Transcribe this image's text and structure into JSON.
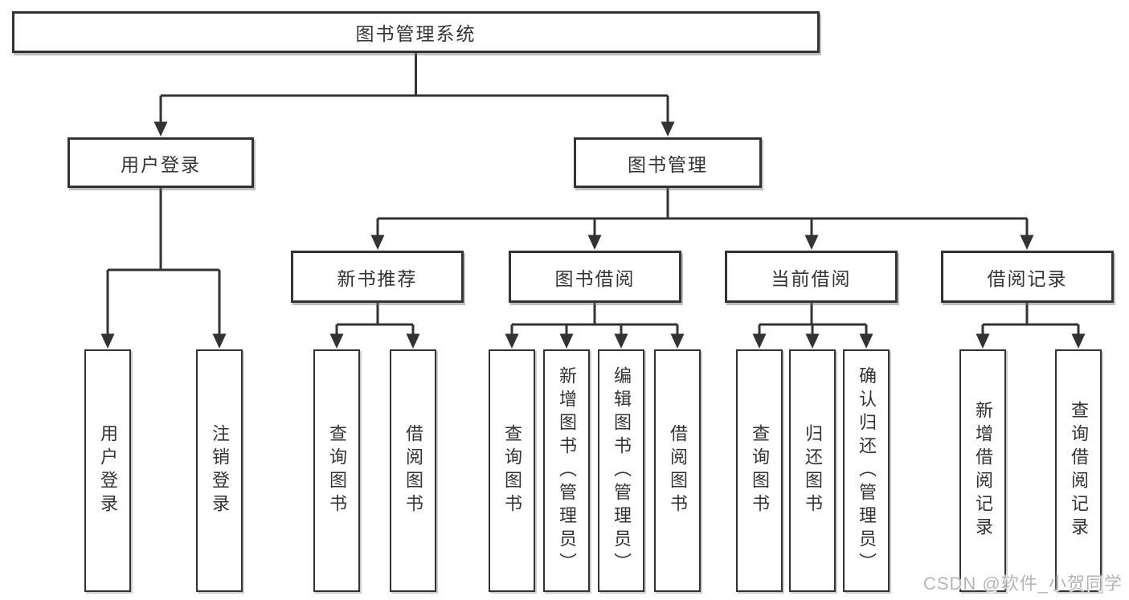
{
  "colors": {
    "line": "#333333",
    "text": "#333333",
    "box_background": "#ffffff",
    "watermark": "#b5b5b5"
  },
  "watermark": {
    "text": "CSDN @软件_小贺同学"
  },
  "tree": {
    "label": "图书管理系统",
    "children": [
      {
        "label": "用户登录",
        "children": [
          {
            "label": "用户登录"
          },
          {
            "label": "注销登录"
          }
        ]
      },
      {
        "label": "图书管理",
        "children": [
          {
            "label": "新书推荐",
            "children": [
              {
                "label": "查询图书"
              },
              {
                "label": "借阅图书"
              }
            ]
          },
          {
            "label": "图书借阅",
            "children": [
              {
                "label": "查询图书"
              },
              {
                "label": "新增图书（管理员）"
              },
              {
                "label": "编辑图书（管理员）"
              },
              {
                "label": "借阅图书"
              }
            ]
          },
          {
            "label": "当前借阅",
            "children": [
              {
                "label": "查询图书"
              },
              {
                "label": "归还图书"
              },
              {
                "label": "确认归还（管理员）"
              }
            ]
          },
          {
            "label": "借阅记录",
            "children": [
              {
                "label": "新增借阅记录"
              },
              {
                "label": "查询借阅记录"
              }
            ]
          }
        ]
      }
    ]
  }
}
